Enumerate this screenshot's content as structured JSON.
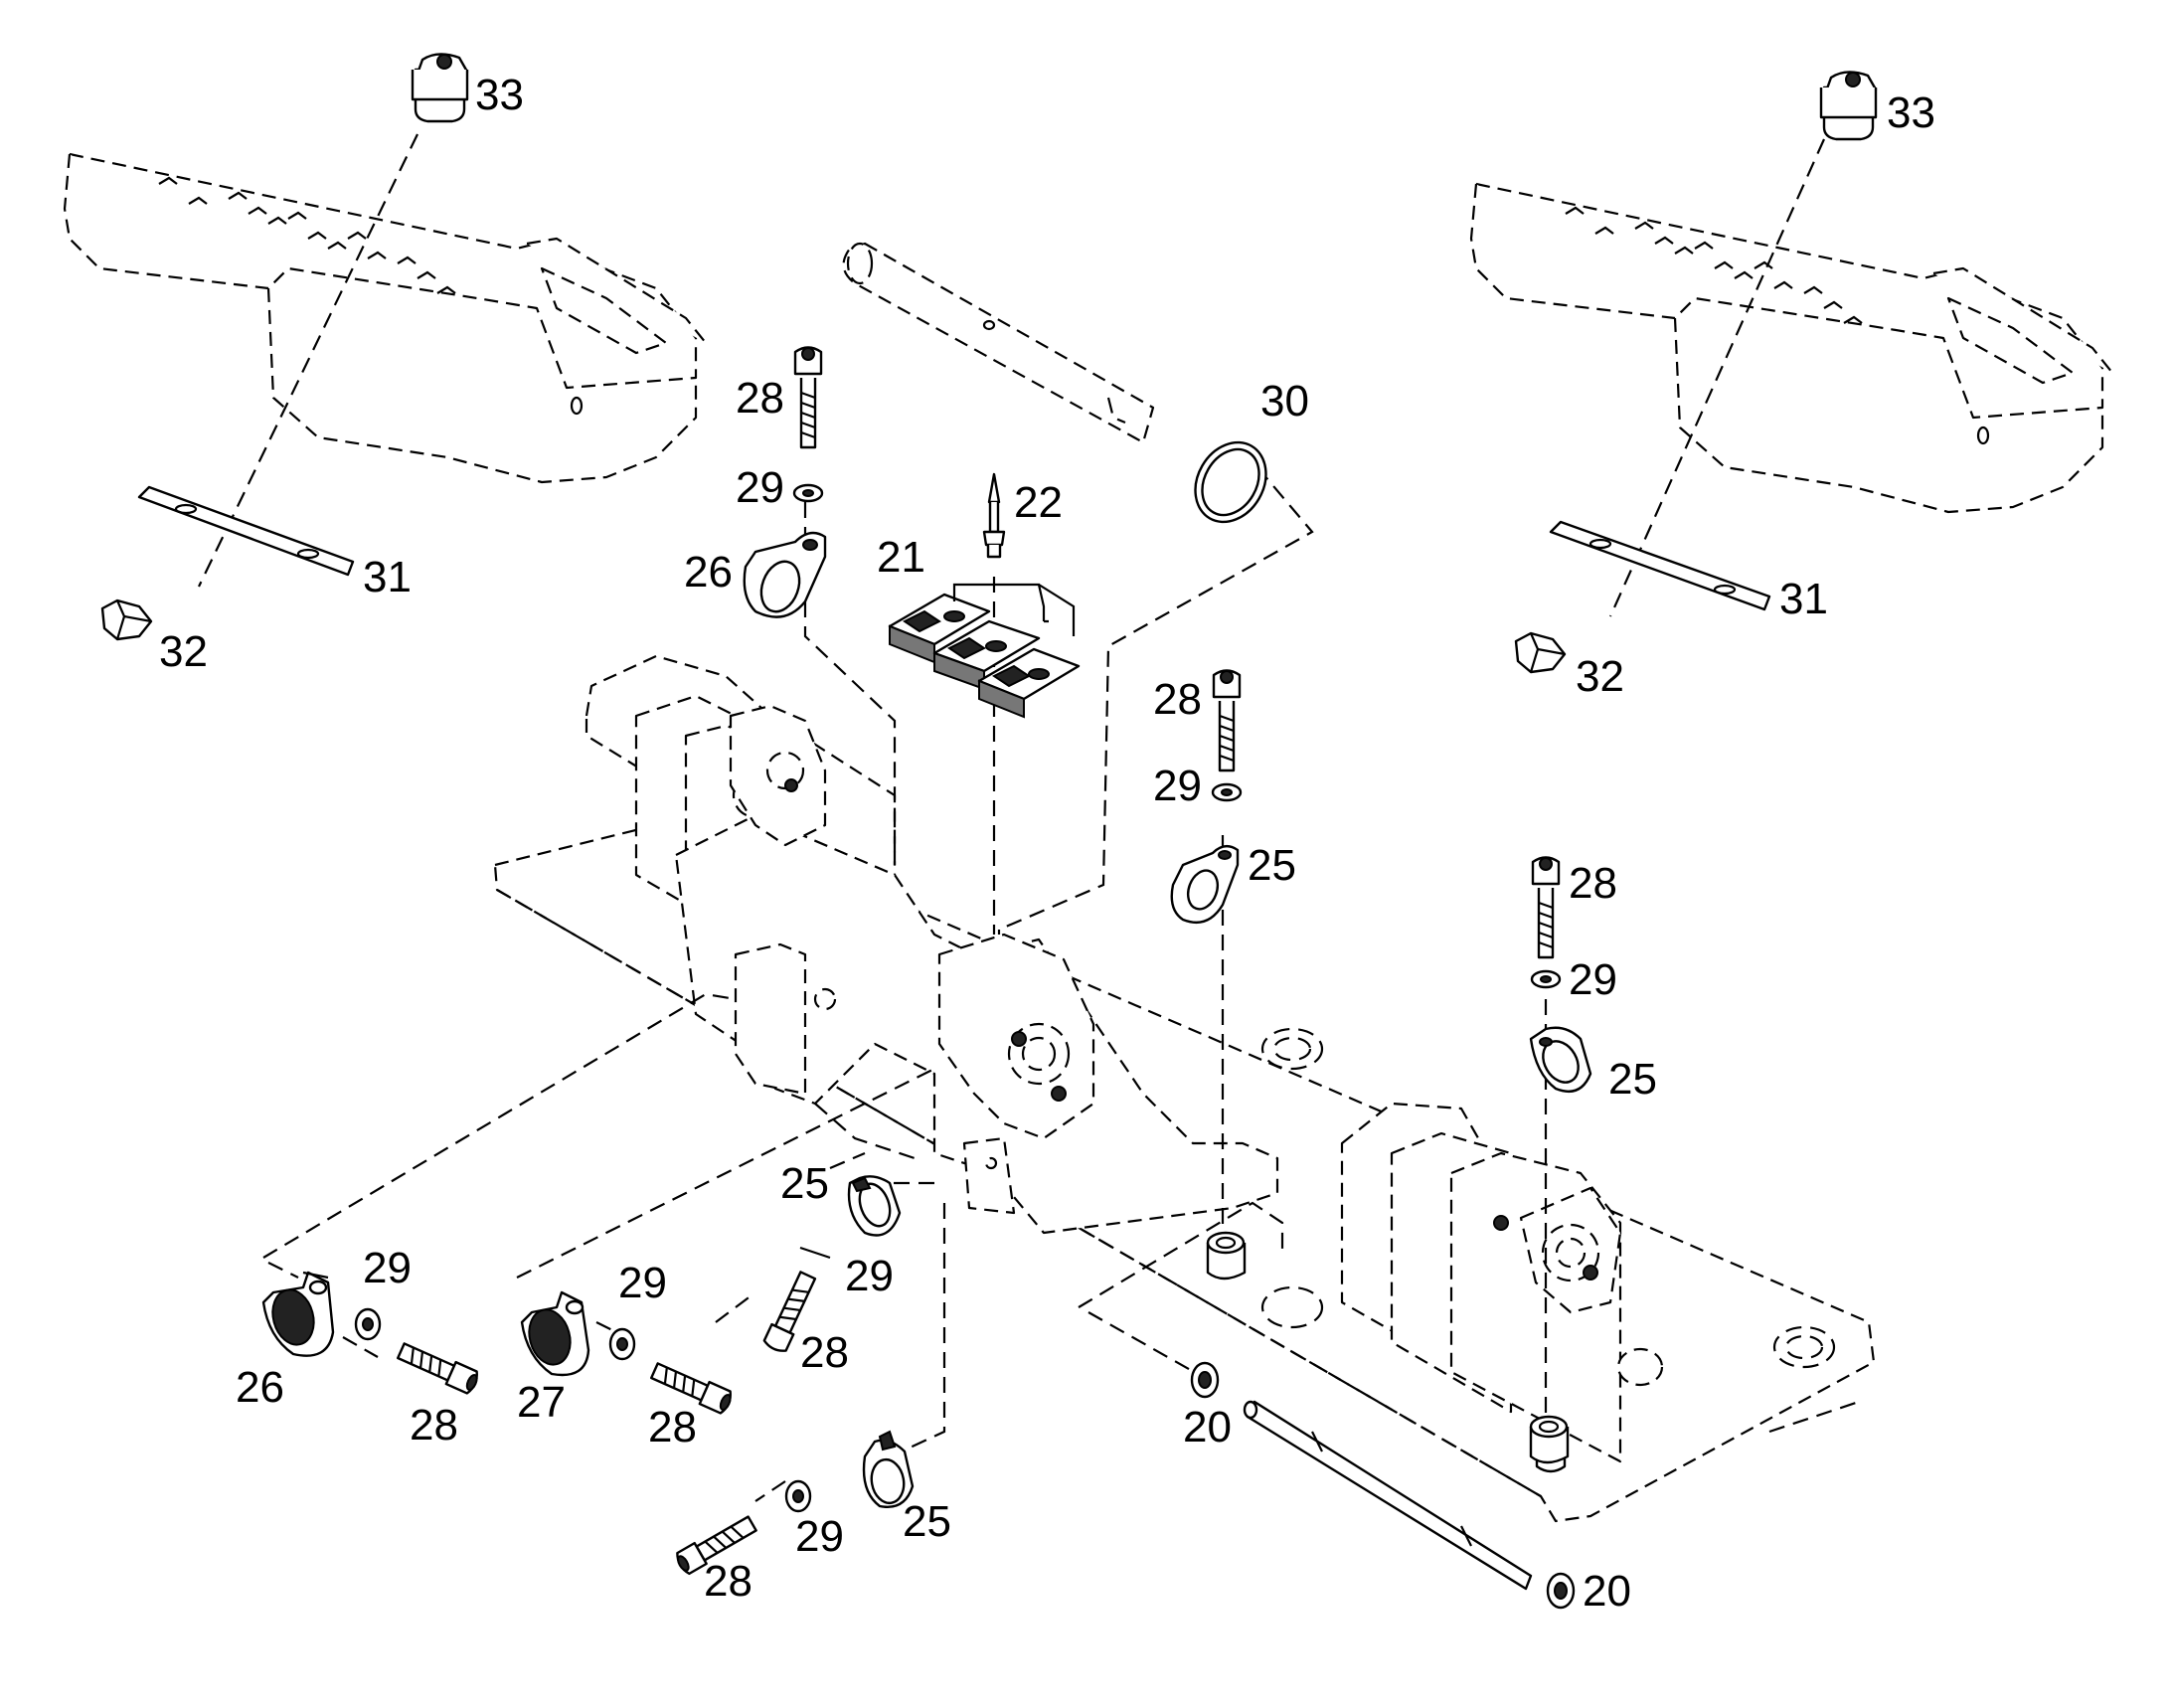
{
  "callouts": [
    {
      "id": "33a",
      "text": "33"
    },
    {
      "id": "31a",
      "text": "31"
    },
    {
      "id": "32a",
      "text": "32"
    },
    {
      "id": "33b",
      "text": "33"
    },
    {
      "id": "31b",
      "text": "31"
    },
    {
      "id": "32b",
      "text": "32"
    },
    {
      "id": "30",
      "text": "30"
    },
    {
      "id": "22",
      "text": "22"
    },
    {
      "id": "21",
      "text": "21"
    },
    {
      "id": "28a",
      "text": "28"
    },
    {
      "id": "29a",
      "text": "29"
    },
    {
      "id": "26a",
      "text": "26"
    },
    {
      "id": "28b",
      "text": "28"
    },
    {
      "id": "29b",
      "text": "29"
    },
    {
      "id": "25a",
      "text": "25"
    },
    {
      "id": "28c",
      "text": "28"
    },
    {
      "id": "29c",
      "text": "29"
    },
    {
      "id": "25b",
      "text": "25"
    },
    {
      "id": "25c",
      "text": "25"
    },
    {
      "id": "29d",
      "text": "29"
    },
    {
      "id": "28d",
      "text": "28"
    },
    {
      "id": "29e",
      "text": "29"
    },
    {
      "id": "26b",
      "text": "26"
    },
    {
      "id": "28e",
      "text": "28"
    },
    {
      "id": "29f",
      "text": "29"
    },
    {
      "id": "27",
      "text": "27"
    },
    {
      "id": "28f",
      "text": "28"
    },
    {
      "id": "20a",
      "text": "20"
    },
    {
      "id": "25d",
      "text": "25"
    },
    {
      "id": "29g",
      "text": "29"
    },
    {
      "id": "28g",
      "text": "28"
    },
    {
      "id": "20b",
      "text": "20"
    }
  ]
}
